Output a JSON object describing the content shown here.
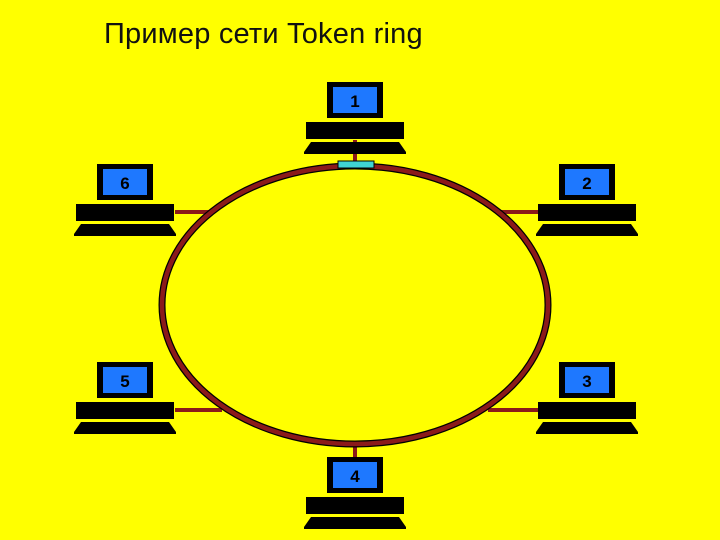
{
  "title": "Пример сети Token ring",
  "colors": {
    "background": "#FFFF00",
    "ring": "#8B1A1A",
    "monitor_frame": "#000000",
    "screen": "#1E78FF",
    "token": "#3FD3D3"
  },
  "nodes": [
    {
      "id": "node-1",
      "label": "1"
    },
    {
      "id": "node-2",
      "label": "2"
    },
    {
      "id": "node-3",
      "label": "3"
    },
    {
      "id": "node-4",
      "label": "4"
    },
    {
      "id": "node-5",
      "label": "5"
    },
    {
      "id": "node-6",
      "label": "6"
    }
  ],
  "icons": {
    "computer": "computer-icon",
    "token": "token-icon"
  }
}
